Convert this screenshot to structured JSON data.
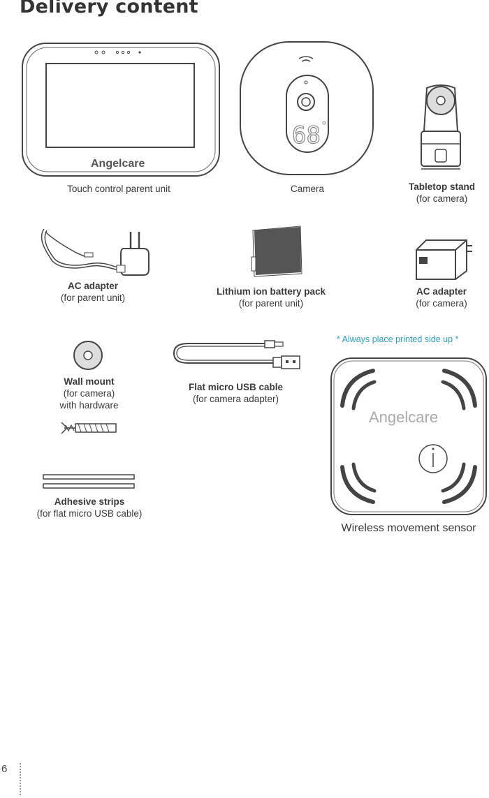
{
  "title": "Delivery content",
  "items": {
    "parent_unit": {
      "label": "Touch control parent unit",
      "logo": "Angelcare"
    },
    "camera": {
      "label": "Camera",
      "display": "68"
    },
    "tabletop_stand": {
      "label": "Tabletop stand",
      "sub": "(for camera)"
    },
    "ac_adapter_parent": {
      "label": "AC adapter",
      "sub": "(for parent unit)"
    },
    "battery_pack": {
      "label": "Lithium ion battery pack",
      "sub": "(for parent unit)"
    },
    "ac_adapter_camera": {
      "label": "AC adapter",
      "sub": "(for camera)"
    },
    "wall_mount": {
      "label": "Wall mount",
      "sub": "(for camera)",
      "sub2": "with hardware"
    },
    "usb_cable": {
      "label": "Flat micro USB cable",
      "sub": "(for camera adapter)"
    },
    "adhesive_strips": {
      "label": "Adhesive strips",
      "sub": "(for flat micro USB cable)"
    },
    "sensor": {
      "label": "Wireless movement sensor",
      "note": "* Always place printed side up *",
      "logo": "Angelcare"
    }
  },
  "page_number": "6",
  "colors": {
    "note": "#2aa0c8",
    "ink": "#3a3a3a"
  }
}
